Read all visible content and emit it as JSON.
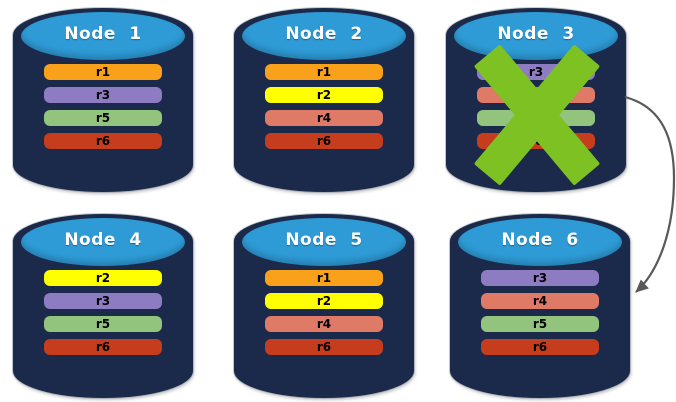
{
  "palette": {
    "cylinder_body": "#1B2A4A",
    "cylinder_top": "#2E9BD6",
    "cross": "#7DC122",
    "arrow": "#595959",
    "replicas": {
      "r1": "#F9A11B",
      "r2": "#FFFF00",
      "r3": "#8E7CC3",
      "r4": "#DF7A66",
      "r5": "#93C47D",
      "r6": "#C63D1D"
    }
  },
  "nodes": [
    {
      "id": "node-1",
      "label": "Node 1",
      "replicas": [
        "r1",
        "r3",
        "r5",
        "r6"
      ],
      "crossed_out": false
    },
    {
      "id": "node-2",
      "label": "Node 2",
      "replicas": [
        "r1",
        "r2",
        "r4",
        "r6"
      ],
      "crossed_out": false
    },
    {
      "id": "node-3",
      "label": "Node 3",
      "replicas": [
        "r3",
        "r4",
        "r5",
        "r6"
      ],
      "crossed_out": true
    },
    {
      "id": "node-4",
      "label": "Node 4",
      "replicas": [
        "r2",
        "r3",
        "r5",
        "r6"
      ],
      "crossed_out": false
    },
    {
      "id": "node-5",
      "label": "Node 5",
      "replicas": [
        "r1",
        "r2",
        "r4",
        "r6"
      ],
      "crossed_out": false
    },
    {
      "id": "node-6",
      "label": "Node 6",
      "replicas": [
        "r3",
        "r4",
        "r5",
        "r6"
      ],
      "crossed_out": false
    }
  ],
  "arrow": {
    "from": "node-3",
    "to": "node-6"
  }
}
